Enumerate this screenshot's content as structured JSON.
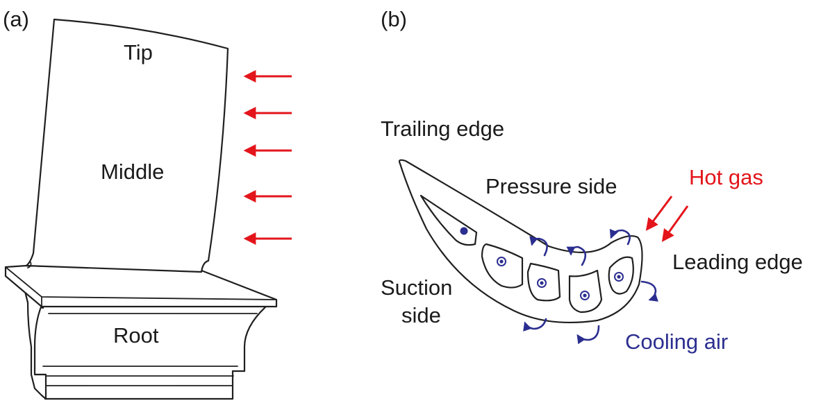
{
  "panel_a": {
    "label": "(a)",
    "regions": {
      "tip": "Tip",
      "middle": "Middle",
      "root": "Root"
    },
    "flow_arrow_count": 5,
    "arrow_color": "#e3151b"
  },
  "panel_b": {
    "label": "(b)",
    "labels": {
      "trailing_edge": "Trailing edge",
      "pressure_side": "Pressure side",
      "hot_gas": "Hot gas",
      "leading_edge": "Leading edge",
      "suction_side_line1": "Suction",
      "suction_side_line2": "side",
      "cooling_air": "Cooling air"
    },
    "hot_gas_arrow_count": 2,
    "cooling_passage_count": 5,
    "colors": {
      "hot_gas": "#e3151b",
      "cooling_air": "#2b2e8f"
    }
  }
}
